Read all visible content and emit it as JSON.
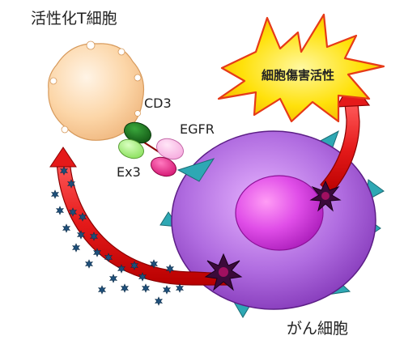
{
  "labels": {
    "t_cell": "活性化T細胞",
    "cd3": "CD3",
    "egfr": "EGFR",
    "ex3": "Ex3",
    "cytotoxicity": "細胞傷害活性",
    "cancer_cell": "がん細胞"
  },
  "colors": {
    "t_cell": "#fcd6a8",
    "cancer_cell": "#a352d8",
    "nucleus": "#d43ce0",
    "receptor": "#2ea8b4",
    "cd3_binder": "#1a6b1c",
    "ex3_binder": "#9af06a",
    "egfr_binder_light": "#f8b8e8",
    "egfr_binder_dark": "#e0157a",
    "arrow": "#e51a1a",
    "burst": "#f8e00c",
    "granule": "#1e4f7a"
  },
  "icons": {
    "star_granule": "star-icon",
    "impact": "impact-burst-icon",
    "explosion": "explosion-icon"
  }
}
